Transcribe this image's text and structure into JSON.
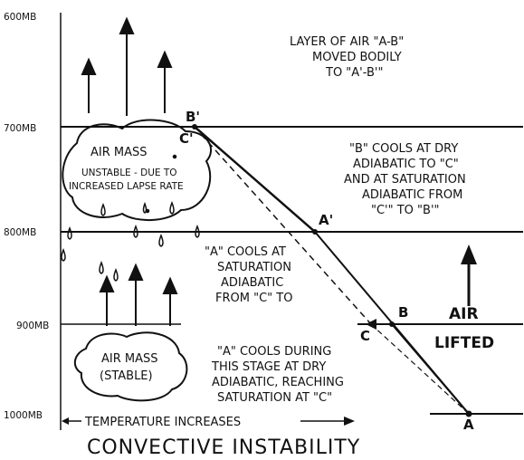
{
  "title": "CONVECTIVE INSTABILITY",
  "pressure_levels": [
    {
      "label": "600MB"
    },
    {
      "label": "700MB"
    },
    {
      "label": "800MB"
    },
    {
      "label": "900MB"
    },
    {
      "label": "1000MB"
    }
  ],
  "points": {
    "B_prime": "B'",
    "C_prime": "C'",
    "A_prime": "A'",
    "B": "B",
    "C": "C",
    "A": "A"
  },
  "notes": {
    "layer_moved": [
      "LAYER OF AIR \"A-B\"",
      "MOVED BODILY",
      "TO \"A'-B'\""
    ],
    "b_cools": [
      "\"B\" COOLS AT DRY",
      "ADIABATIC TO \"C\"",
      "AND AT SATURATION",
      "ADIABATIC FROM",
      "\"C'\" TO \"B'\""
    ],
    "a_cools_sat": [
      "\"A\" COOLS AT",
      "SATURATION",
      "ADIABATIC",
      "FROM \"C\" TO"
    ],
    "a_cools_dry": [
      "\"A\" COOLS DURING",
      "THIS STAGE AT DRY",
      "ADIABATIC, REACHING",
      "SATURATION AT \"C\""
    ]
  },
  "unstable_mass": {
    "title": "AIR MASS",
    "lines": [
      "UNSTABLE - DUE TO",
      "INCREASED LAPSE RATE"
    ]
  },
  "stable_mass": {
    "lines": [
      "AIR MASS",
      "(STABLE)"
    ]
  },
  "air_lifted": [
    "AIR",
    "LIFTED"
  ],
  "temperature_axis": "TEMPERATURE INCREASES",
  "colors": {
    "ink": "#111111",
    "background": "#ffffff"
  }
}
